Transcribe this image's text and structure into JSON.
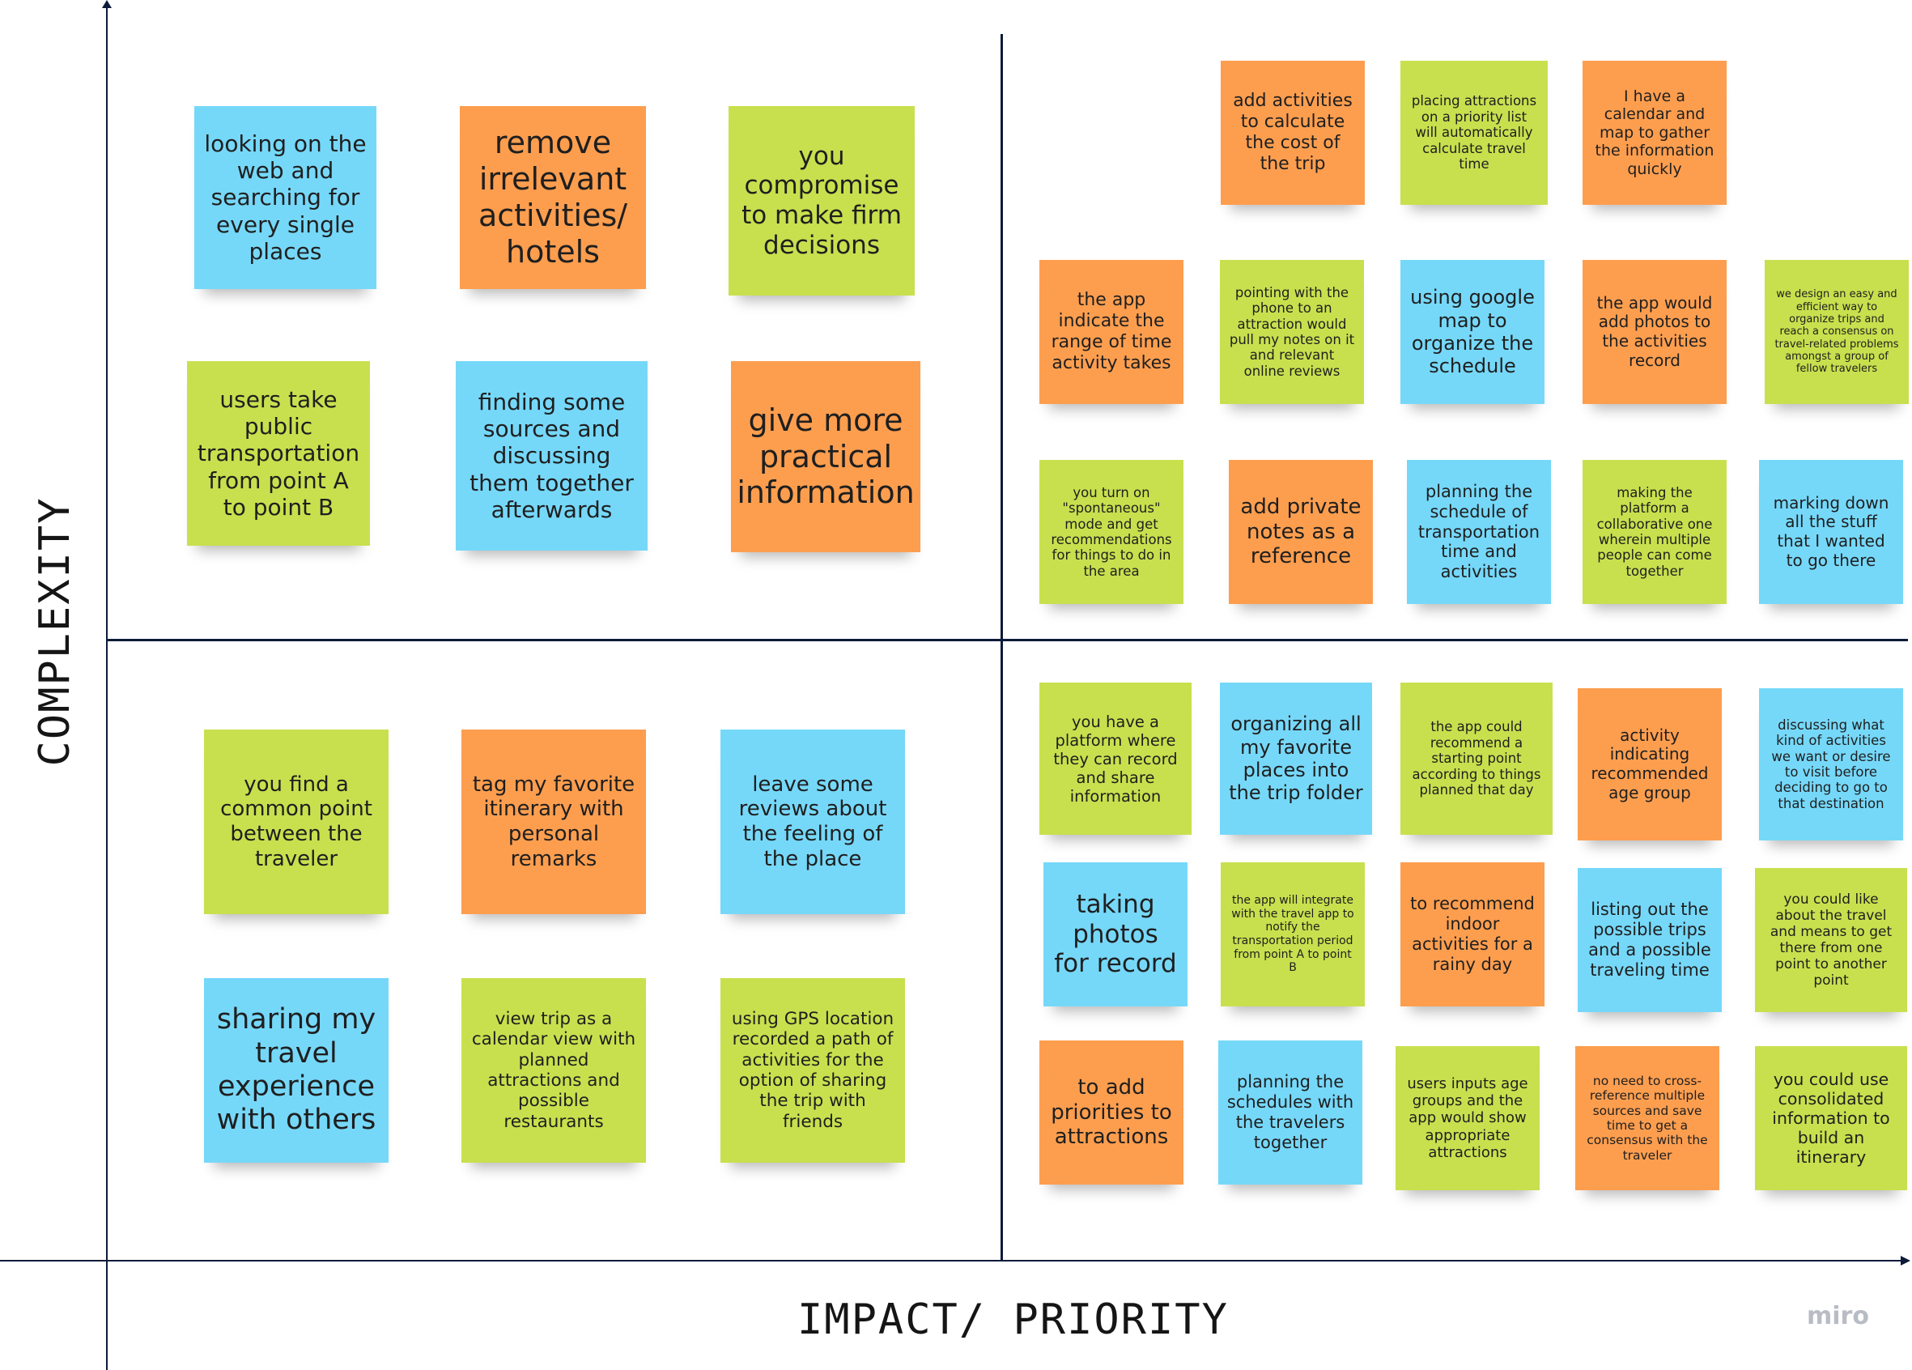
{
  "axes": {
    "y_label": "COMPLEXITY",
    "x_label": "IMPACT/ PRIORITY"
  },
  "watermark": "miro",
  "colors": {
    "blue": "#76d8f9",
    "orange": "#fd9e4f",
    "green": "#c8e04e",
    "axis": "#0e1a3a"
  },
  "quadrants": {
    "top_left": [
      {
        "color": "blue",
        "text": "looking on the web and searching for every single places"
      },
      {
        "color": "orange",
        "text": "remove irrelevant activities/ hotels"
      },
      {
        "color": "green",
        "text": "you compromise to make firm decisions"
      },
      {
        "color": "green",
        "text": "users take public transportation from point A to point B"
      },
      {
        "color": "blue",
        "text": "finding some sources and discussing them together afterwards"
      },
      {
        "color": "orange",
        "text": "give more practical information"
      }
    ],
    "top_right": [
      {
        "color": "orange",
        "text": "add activities to calculate the cost of the trip"
      },
      {
        "color": "green",
        "text": "placing attractions on a priority list will automatically calculate travel time"
      },
      {
        "color": "orange",
        "text": "I have a calendar and map to gather the information quickly"
      },
      {
        "color": "orange",
        "text": "the app indicate the range of time activity takes"
      },
      {
        "color": "green",
        "text": "pointing with the phone to an attraction would pull my notes on it and relevant online reviews"
      },
      {
        "color": "blue",
        "text": "using google map to organize the schedule"
      },
      {
        "color": "orange",
        "text": "the app would add photos to the activities record"
      },
      {
        "color": "green",
        "text": "we design an easy and efficient way to organize trips and reach a consensus on travel-related problems amongst a group of fellow travelers"
      },
      {
        "color": "green",
        "text": "you turn on \"spontaneous\" mode and get recommendations for things to do in the area"
      },
      {
        "color": "orange",
        "text": "add private notes as a reference"
      },
      {
        "color": "blue",
        "text": "planning the schedule of transportation time and activities"
      },
      {
        "color": "green",
        "text": "making the platform a collaborative one wherein multiple people can come together"
      },
      {
        "color": "blue",
        "text": "marking down all the stuff that I wanted to go there"
      }
    ],
    "bottom_left": [
      {
        "color": "green",
        "text": "you find a common point between the traveler"
      },
      {
        "color": "orange",
        "text": "tag my favorite itinerary with personal remarks"
      },
      {
        "color": "blue",
        "text": "leave some reviews about the feeling of the place"
      },
      {
        "color": "blue",
        "text": "sharing my travel experience with others"
      },
      {
        "color": "green",
        "text": "view trip as a calendar view with planned attractions and possible restaurants"
      },
      {
        "color": "green",
        "text": "using GPS location recorded a path of activities for the option of sharing the trip with friends"
      }
    ],
    "bottom_right": [
      {
        "color": "green",
        "text": "you have a platform where they can record and share information"
      },
      {
        "color": "blue",
        "text": "organizing all my favorite places into the trip folder"
      },
      {
        "color": "green",
        "text": "the app could recommend a starting point according to things planned that day"
      },
      {
        "color": "orange",
        "text": "activity indicating recommended age group"
      },
      {
        "color": "blue",
        "text": "discussing what kind of activities we want or desire to visit before deciding to go to that destination"
      },
      {
        "color": "blue",
        "text": "taking photos for record"
      },
      {
        "color": "green",
        "text": "the app will integrate with the travel app to notify the transportation period from point A to point B"
      },
      {
        "color": "orange",
        "text": "to recommend indoor activities for a rainy day"
      },
      {
        "color": "blue",
        "text": "listing out the possible trips and a possible traveling time"
      },
      {
        "color": "green",
        "text": "you could like about the travel and means to get there from one point to another point"
      },
      {
        "color": "orange",
        "text": "to add priorities to attractions"
      },
      {
        "color": "blue",
        "text": "planning the schedules with the travelers together"
      },
      {
        "color": "green",
        "text": "users inputs age groups and the app would show appropriate attractions"
      },
      {
        "color": "orange",
        "text": "no need to cross-reference multiple sources and save time to get a consensus with the traveler"
      },
      {
        "color": "green",
        "text": "you could use consolidated information to build an itinerary"
      }
    ]
  }
}
